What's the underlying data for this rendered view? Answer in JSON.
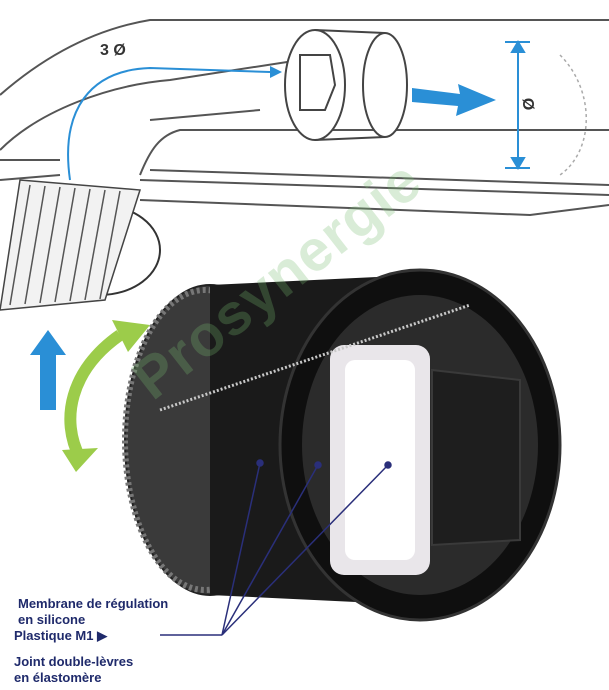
{
  "dimension_labels": {
    "diameter_callout": "3 Ø",
    "diameter_side": "Ø"
  },
  "watermark": "Prosynergie",
  "callouts": {
    "line1": "Membrane de régulation",
    "line2": "en silicone",
    "line3": "Plastique M1",
    "line4": "Joint double-lèvres",
    "line5": "en élastomère"
  },
  "colors": {
    "arrow_blue": "#2a8fd6",
    "arrow_green": "#9ccc4a",
    "label_navy": "#1f2a6b"
  }
}
